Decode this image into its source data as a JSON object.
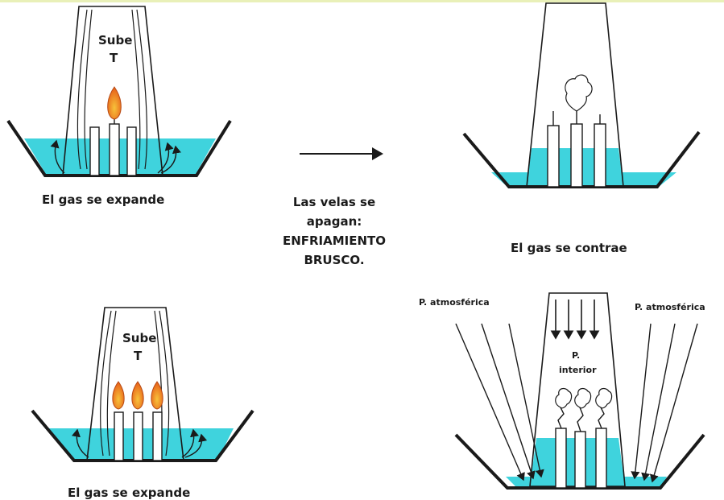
{
  "panels": {
    "top_left": {
      "glass_text_1": "Sube",
      "glass_text_2": "T",
      "caption": "El gas se expande"
    },
    "bottom_left": {
      "glass_text_1": "Sube",
      "glass_text_2": "T",
      "caption": "El gas se expande"
    },
    "top_right": {
      "caption": "El gas se contrae"
    },
    "bottom_right": {
      "left_pressure": "P. atmosférica",
      "right_pressure": "P. atmosférica",
      "interior_1": "P.",
      "interior_2": "interior"
    }
  },
  "center": {
    "lines": [
      "Las velas se",
      "apagan:",
      "ENFRIAMIENTO",
      "BRUSCO."
    ]
  },
  "colors": {
    "water": "#3fd3dd",
    "flame_outer": "#e8641a",
    "flame_inner": "#f7c23a",
    "line": "#1a1a1a",
    "top_border": "#e9f0b8"
  }
}
